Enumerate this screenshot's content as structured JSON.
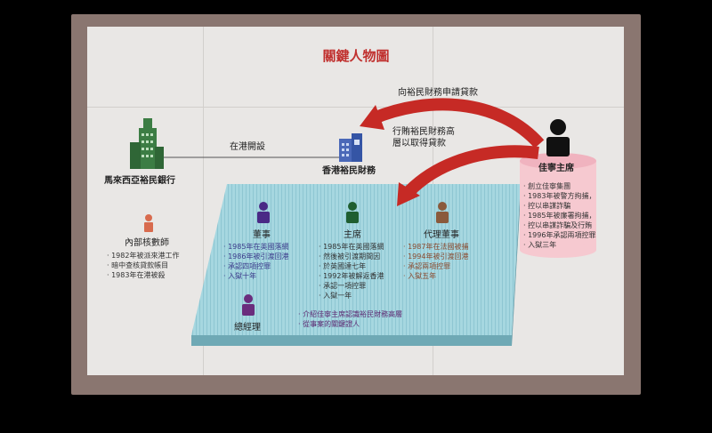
{
  "title": "關鍵人物圖",
  "colors": {
    "arrow": "#c62a25",
    "platform": "#9fd3dd",
    "person_dark": "#111111",
    "manager": "#5b2770"
  },
  "bank": {
    "label": "馬來西亞裕民銀行"
  },
  "subsidiary": {
    "label": "香港裕民財務"
  },
  "relation": {
    "label": "在港開設"
  },
  "arrow_top": {
    "label": "向裕民財務申請貸款"
  },
  "arrow_mid": {
    "label1": "行賄裕民財務高",
    "label2": "層以取得貸款"
  },
  "chairman": {
    "title": "佳寧主席",
    "items": [
      "創立佳寧集團",
      "1983年被警方拘捕，",
      "控以串謀詐騙",
      "1985年被廉署拘捕，",
      "控以串謀詐騙及行賄",
      "1996年承認兩項控罪",
      "入獄三年"
    ]
  },
  "auditor": {
    "title": "內部核數師",
    "items": [
      "1982年被派來港工作",
      "暗中查核貸款帳目",
      "1983年在港被殺"
    ]
  },
  "director": {
    "title": "董事",
    "items": [
      "1985年在英國落網",
      "1986年被引渡回港",
      "承認四項控罪",
      "入獄十年"
    ]
  },
  "chair": {
    "title": "主席",
    "items": [
      "1985年在英國落網",
      "然後被引渡期間因",
      "於英國達七年",
      "1992年被解返香港",
      "承認一項控罪",
      "入獄一年"
    ]
  },
  "acting": {
    "title": "代理董事",
    "items": [
      "1987年在法國被捕",
      "1994年被引渡回港",
      "承認兩項控罪",
      "入獄五年"
    ]
  },
  "manager": {
    "title": "總經理",
    "items": [
      "介紹佳寧主席認識裕民財務高層",
      "從事案的關鍵證人"
    ]
  }
}
